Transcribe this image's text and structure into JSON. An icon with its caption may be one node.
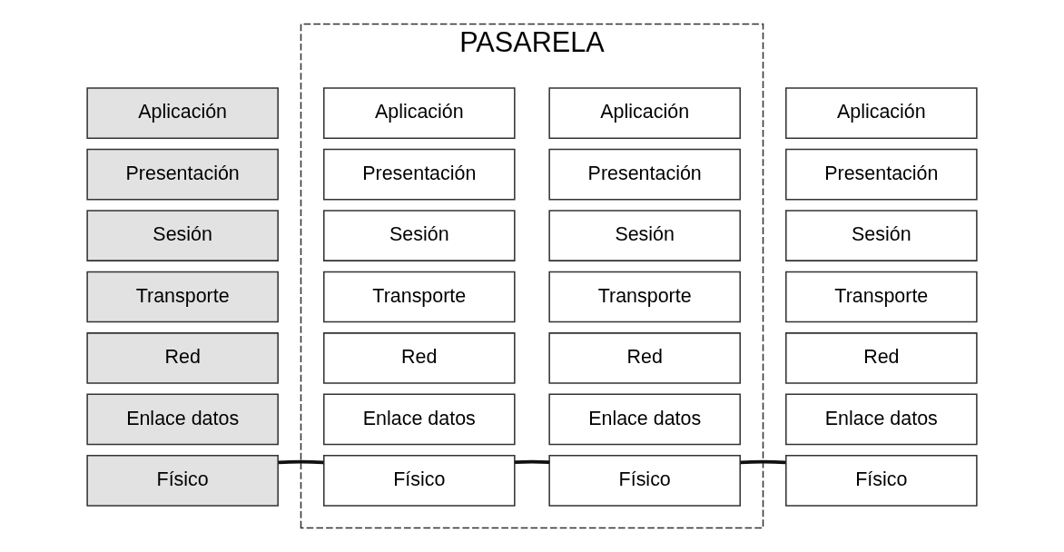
{
  "diagram": {
    "nodes": [
      {
        "text": [
          "PASARELA"
        ]
      },
      {
        "text": [
          "Aplicación"
        ]
      },
      {
        "text": [
          "Presentación"
        ]
      },
      {
        "text": [
          "Sesión"
        ]
      },
      {
        "text": [
          "Transporte"
        ]
      },
      {
        "text": [
          "Red"
        ]
      },
      {
        "text": [
          "Enlace datos"
        ]
      },
      {
        "text": [
          "Físico"
        ]
      },
      {
        "text": [
          "Aplicación"
        ],
        "in": 0
      },
      {
        "text": [
          "Presentación"
        ],
        "in": 0
      },
      {
        "text": [
          "Sesión"
        ],
        "in": 0
      },
      {
        "text": [
          "Transporte"
        ],
        "in": 0
      },
      {
        "text": [
          "Red"
        ],
        "in": 0
      },
      {
        "text": [
          "Enlace datos"
        ],
        "in": 0
      },
      {
        "text": [
          "Físico"
        ],
        "in": 0
      },
      {
        "text": [
          "Aplicación"
        ],
        "in": 0
      },
      {
        "text": [
          "Presentación"
        ],
        "in": 0
      },
      {
        "text": [
          "Sesión"
        ],
        "in": 0
      },
      {
        "text": [
          "Transporte"
        ],
        "in": 0
      },
      {
        "text": [
          "Red"
        ],
        "in": 0
      },
      {
        "text": [
          "Enlace datos"
        ],
        "in": 0
      },
      {
        "text": [
          "Físico"
        ],
        "in": 0
      },
      {
        "text": [
          "Aplicación"
        ]
      },
      {
        "text": [
          "Presentación"
        ]
      },
      {
        "text": [
          "Sesión"
        ]
      },
      {
        "text": [
          "Transporte"
        ]
      },
      {
        "text": [
          "Red"
        ]
      },
      {
        "text": [
          "Enlace datos"
        ]
      },
      {
        "text": [
          "Físico"
        ]
      }
    ],
    "edges": [
      {
        "from": 7,
        "to": 14,
        "arrow": "none"
      },
      {
        "from": 14,
        "to": 21,
        "arrow": "none"
      },
      {
        "from": 21,
        "to": 28,
        "arrow": "none"
      }
    ]
  }
}
